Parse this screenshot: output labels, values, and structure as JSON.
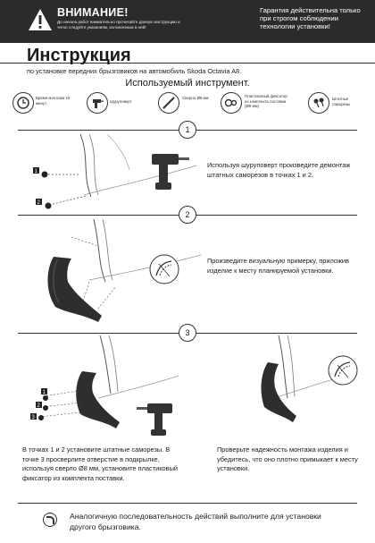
{
  "header": {
    "warning_title": "ВНИМАНИЕ!",
    "warning_text": "До начала работ внимательно прочитайте данную инструкцию и четко следуйте указаниям, изложенным в ней!",
    "guarantee": "Гарантия действительна только при строгом соблюдении технологии установки!"
  },
  "title": "Инструкция",
  "subtitle": "по установке передних брызговиков на автомобиль Skoda Octavia A8.",
  "tools": {
    "heading": "Используемый инструмент.",
    "items": [
      {
        "label": "Время монтажа 10 минут",
        "icon": "clock-icon"
      },
      {
        "label": "Шуруповерт",
        "icon": "screwdriver-drill-icon"
      },
      {
        "label": "Сверло Ø8 мм",
        "icon": "drill-bit-icon"
      },
      {
        "label": "Пластиковый фиксатор из комплекта поставки (Ø8 мм)",
        "icon": "plastic-clip-icon"
      },
      {
        "label": "Штатные саморезы",
        "icon": "screws-icon"
      }
    ]
  },
  "steps": [
    {
      "number": "1",
      "text": "Используя шуруповерт произведите демонтаж штатных саморезов в точках 1 и 2."
    },
    {
      "number": "2",
      "text": "Произведите визуальную примерку, приложив изделие к месту планируемой установки."
    },
    {
      "number": "3",
      "text_left": "В точках 1 и 2 установите штатные саморезы. В точке 3 просверлите отверстие в подкрылке, используя сверло Ø8 мм, установите пластиковый фиксатор из комплекта поставки.",
      "text_right": "Проверьте надежность монтажа изделия и убедитесь, что оно плотно примыкает к месту установки."
    }
  ],
  "markers": {
    "p1": "1",
    "p2": "2",
    "p3": "3"
  },
  "footer": "Аналогичную последовательность действий выполните для установки другого брызговика."
}
